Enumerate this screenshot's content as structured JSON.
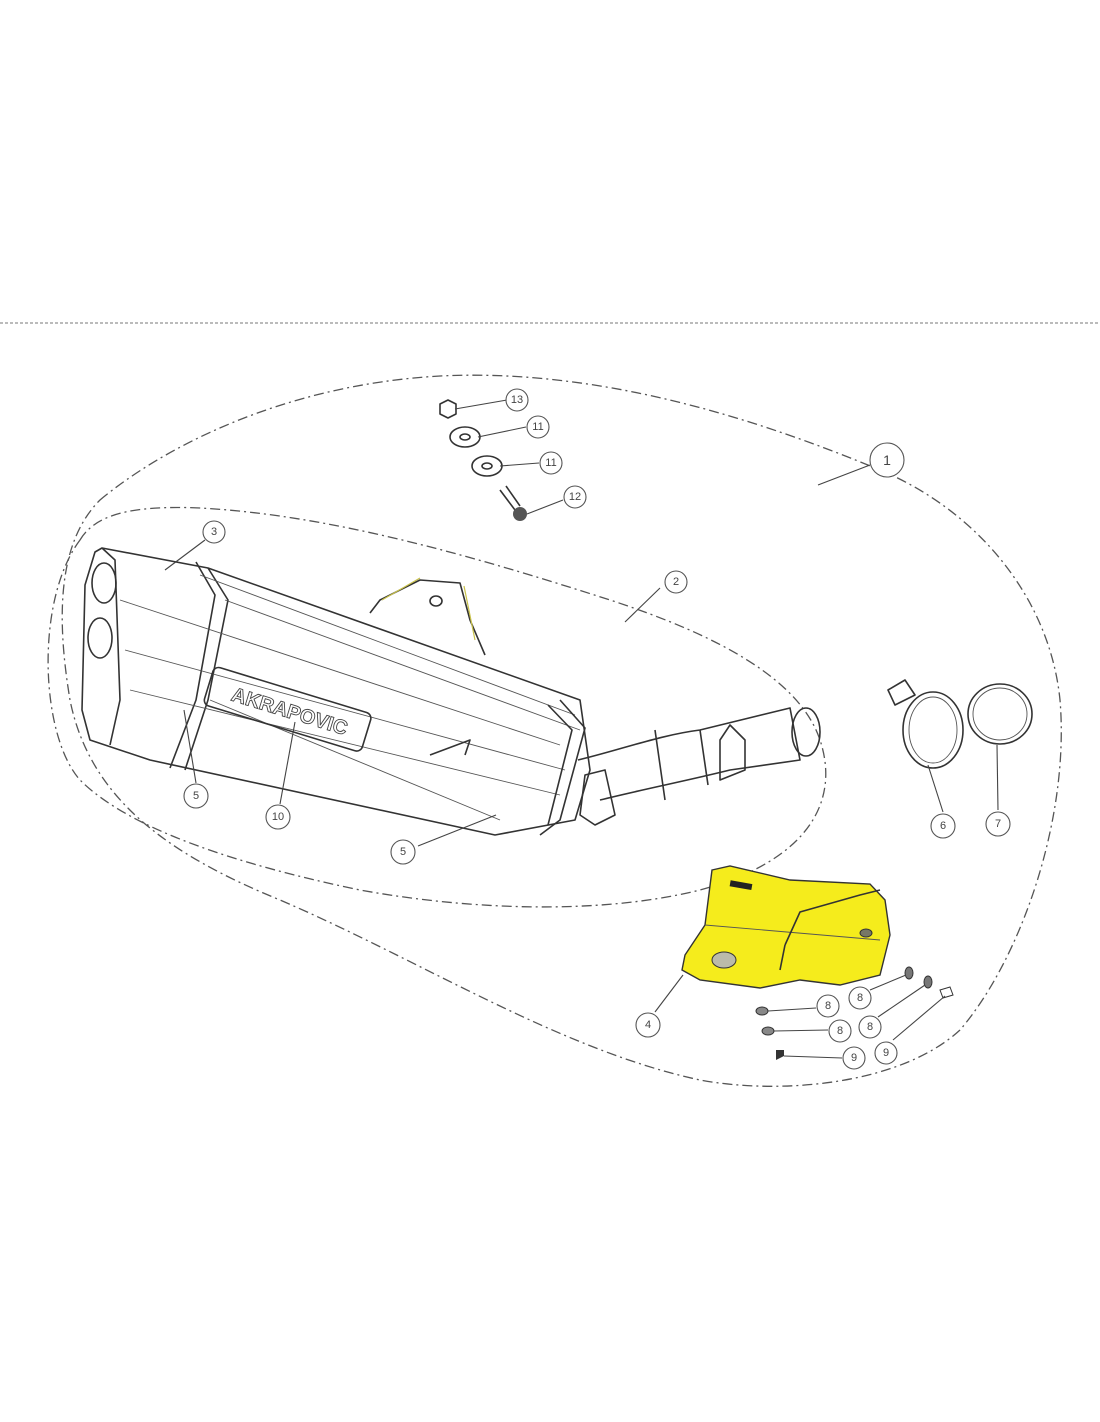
{
  "diagram": {
    "title_logo_text": "AKRAPOVIC",
    "highlight_color": "#f5ec1c",
    "callouts": {
      "c1": "1",
      "c2": "2",
      "c3": "3",
      "c4": "4",
      "c5a": "5",
      "c5b": "5",
      "c6": "6",
      "c7": "7",
      "c8a": "8",
      "c8b": "8",
      "c8c": "8",
      "c8d": "8",
      "c9a": "9",
      "c9b": "9",
      "c10": "10",
      "c11a": "11",
      "c11b": "11",
      "c12": "12",
      "c13": "13"
    }
  }
}
